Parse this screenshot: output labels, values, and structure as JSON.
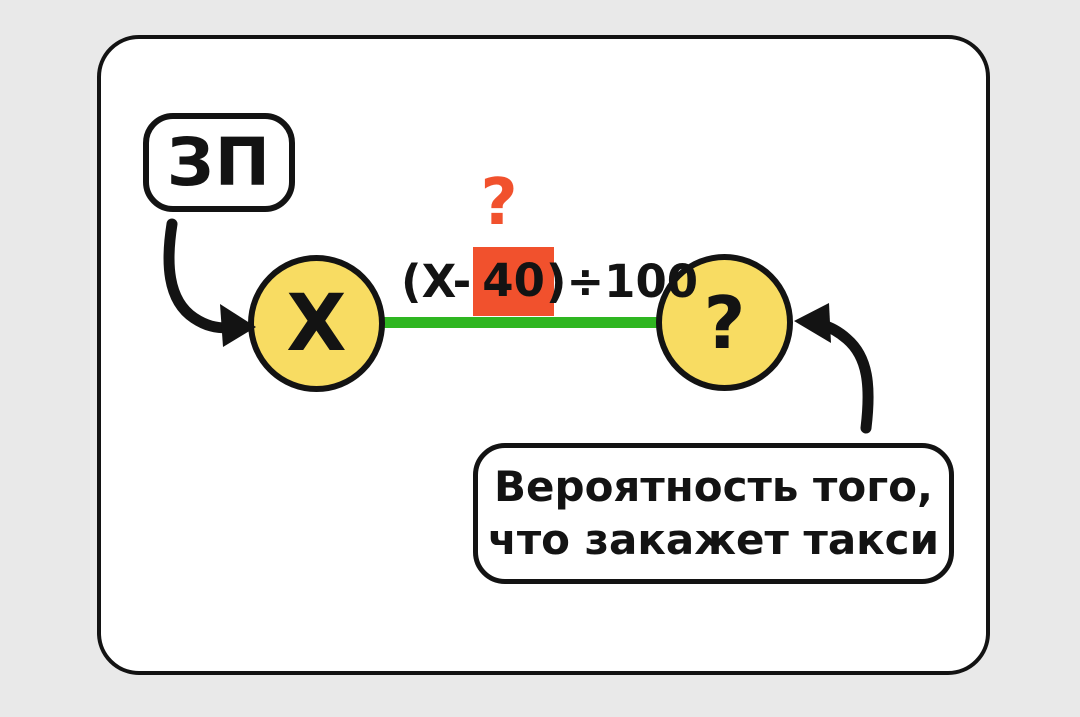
{
  "diagram": {
    "salary_label": "ЗП",
    "node_x_label": "X",
    "node_unknown_label": "?",
    "edge_unknown_mark": "?",
    "formula": {
      "prefix": "(X-",
      "highlighted_value": "40",
      "suffix": ")÷100",
      "full": "(X-40)÷100"
    },
    "probability_label": {
      "line1": "Вероятность того,",
      "line2": "что закажет такси"
    }
  },
  "colors": {
    "page_background": "#e9e9e9",
    "card_background": "#ffffff",
    "stroke_ink": "#131313",
    "node_fill_yellow": "#f8dc62",
    "edge_green": "#2fb621",
    "highlight_red": "#f1512d"
  }
}
